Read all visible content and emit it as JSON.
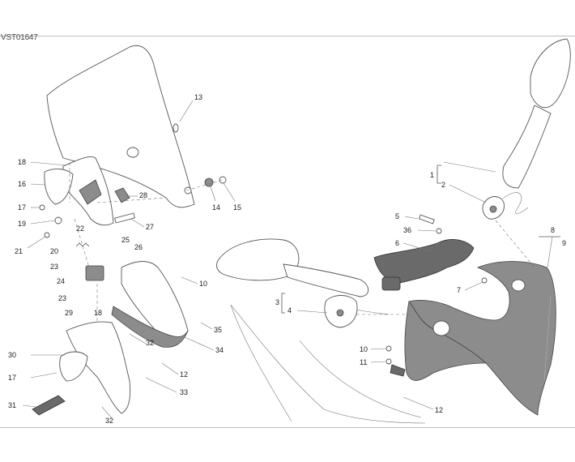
{
  "drawing_code": "VST01647",
  "callouts": [
    {
      "id": "c13",
      "label": "13"
    },
    {
      "id": "c18a",
      "label": "18"
    },
    {
      "id": "c16",
      "label": "16"
    },
    {
      "id": "c17a",
      "label": "17"
    },
    {
      "id": "c19",
      "label": "19"
    },
    {
      "id": "c21",
      "label": "21"
    },
    {
      "id": "c20",
      "label": "20"
    },
    {
      "id": "c22",
      "label": "22"
    },
    {
      "id": "c23a",
      "label": "23"
    },
    {
      "id": "c24",
      "label": "24"
    },
    {
      "id": "c23b",
      "label": "23"
    },
    {
      "id": "c25",
      "label": "25"
    },
    {
      "id": "c26",
      "label": "26"
    },
    {
      "id": "c28",
      "label": "28"
    },
    {
      "id": "c27",
      "label": "27"
    },
    {
      "id": "c14",
      "label": "14"
    },
    {
      "id": "c15",
      "label": "15"
    },
    {
      "id": "c10a",
      "label": "10"
    },
    {
      "id": "c29",
      "label": "29"
    },
    {
      "id": "c18b",
      "label": "18"
    },
    {
      "id": "c30",
      "label": "30"
    },
    {
      "id": "c17b",
      "label": "17"
    },
    {
      "id": "c31",
      "label": "31"
    },
    {
      "id": "c32a",
      "label": "32"
    },
    {
      "id": "c32b",
      "label": "32"
    },
    {
      "id": "c33",
      "label": "33"
    },
    {
      "id": "c12a",
      "label": "12"
    },
    {
      "id": "c34",
      "label": "34"
    },
    {
      "id": "c35",
      "label": "35"
    },
    {
      "id": "c1",
      "label": "1"
    },
    {
      "id": "c2",
      "label": "2"
    },
    {
      "id": "c5",
      "label": "5"
    },
    {
      "id": "c36",
      "label": "36"
    },
    {
      "id": "c6",
      "label": "6"
    },
    {
      "id": "c7",
      "label": "7"
    },
    {
      "id": "c8",
      "label": "8"
    },
    {
      "id": "c9",
      "label": "9"
    },
    {
      "id": "c3",
      "label": "3"
    },
    {
      "id": "c4",
      "label": "4"
    },
    {
      "id": "c10b",
      "label": "10"
    },
    {
      "id": "c11",
      "label": "11"
    },
    {
      "id": "c12b",
      "label": "12"
    }
  ],
  "colors": {
    "line": "#555555",
    "fill_grey": "#8c8c8c",
    "fill_dark": "#6a6a6a",
    "fill_light": "#ffffff"
  }
}
